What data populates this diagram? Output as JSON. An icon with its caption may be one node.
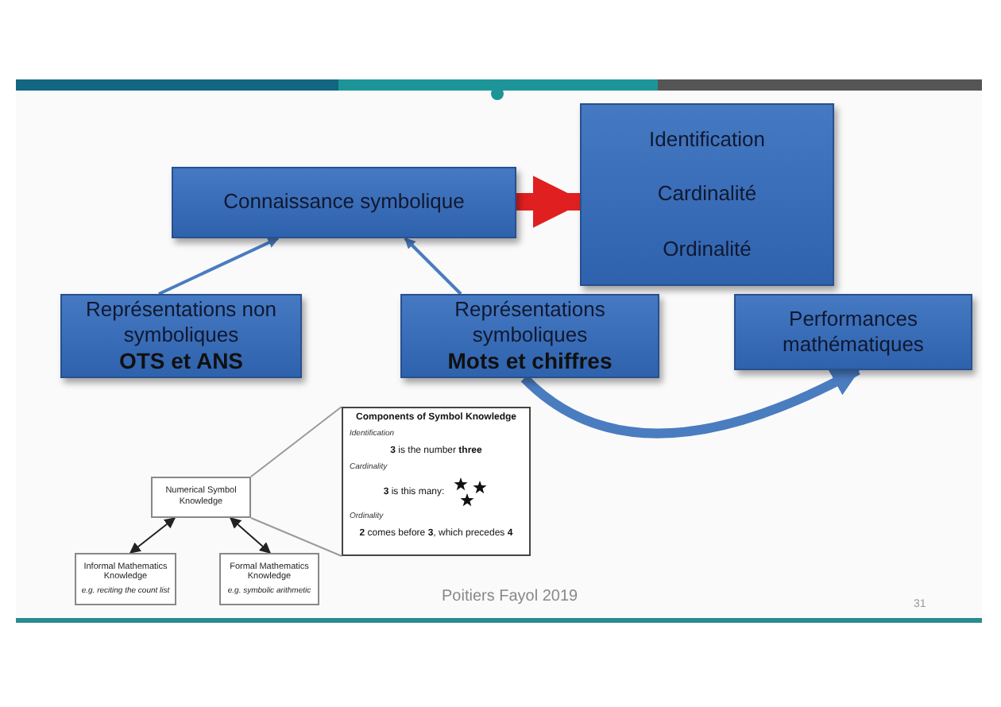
{
  "diagram": {
    "nodes": [
      {
        "text": [
          "Connaissance symbolique"
        ]
      },
      {
        "text": [
          "Identification",
          "Cardinalité",
          "Ordinalité"
        ]
      },
      {
        "text": [
          "Représentations non symboliques",
          "OTS et ANS"
        ]
      },
      {
        "text": [
          "Représentations symboliques",
          "Mots et chiffres"
        ]
      },
      {
        "text": [
          "Performances mathématiques"
        ]
      },
      {
        "text": [
          "Numerical Symbol Knowledge"
        ]
      },
      {
        "text": [
          "Informal Mathematics Knowledge",
          "e.g. reciting the count list"
        ]
      },
      {
        "text": [
          "Formal Mathematics Knowledge",
          "e.g. symbolic arithmetic"
        ]
      },
      {
        "text": [
          "Components of Symbol Knowledge",
          "Identification",
          "**3** is the number **three**",
          "Cardinality",
          "**3** is this many:",
          "Ordinality",
          "**2** comes before **3**, which precedes **4**"
        ]
      }
    ],
    "edges": [
      {
        "from": 0,
        "to": 1,
        "arrow": "to",
        "style": "thick",
        "color": "#e02020"
      },
      {
        "from": 2,
        "to": 0,
        "arrow": "to"
      },
      {
        "from": 3,
        "to": 0,
        "arrow": "to"
      },
      {
        "from": 3,
        "to": 4,
        "arrow": "to",
        "style": "thick"
      },
      {
        "from": 5,
        "to": 6,
        "arrow": "both",
        "color": "#222222"
      },
      {
        "from": 5,
        "to": 7,
        "arrow": "both",
        "color": "#222222"
      },
      {
        "from": 5,
        "to": 8,
        "arrow": "none",
        "color": "#9a9a9a"
      },
      {
        "from": 5,
        "to": 8,
        "arrow": "none",
        "color": "#9a9a9a"
      }
    ],
    "labels": [
      "Poitiers Fayol 2019",
      "31"
    ]
  }
}
